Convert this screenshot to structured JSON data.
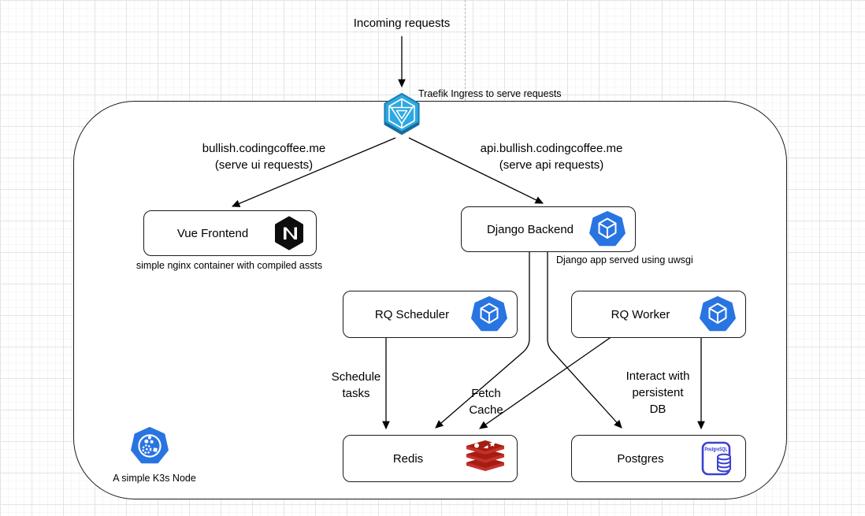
{
  "title": "Incoming requests",
  "ingress": {
    "note": "Traefik Ingress to serve requests"
  },
  "routes": {
    "ui": [
      "bullish.codingcoffee.me",
      "(serve ui requests)"
    ],
    "api": [
      "api.bullish.codingcoffee.me",
      "(serve api requests)"
    ]
  },
  "nodes": {
    "vue": {
      "label": "Vue Frontend"
    },
    "django": {
      "label": "Django Backend"
    },
    "rq_scheduler": {
      "label": "RQ Scheduler"
    },
    "rq_worker": {
      "label": "RQ Worker"
    },
    "redis": {
      "label": "Redis"
    },
    "postgres": {
      "label": "Postgres"
    }
  },
  "notes": {
    "nginx": "simple nginx container with compiled assts",
    "uwsgi": "Django app served using uwsgi",
    "k3s": "A simple K3s Node"
  },
  "edge_labels": {
    "schedule": [
      "Schedule",
      "tasks"
    ],
    "fetch": [
      "Fetch",
      "Cache"
    ],
    "db": [
      "Interact with",
      "persistent",
      "DB"
    ]
  },
  "icons": {
    "traefik": "traefik-ingress-icon",
    "nginx": "nginx-icon",
    "pod": "k8s-pod-icon",
    "k3s": "k3s-node-icon",
    "redis": "redis-icon",
    "postgresql": "postgresql-icon",
    "postgresql_text": "PostgreSQL"
  },
  "colors": {
    "pod_blue": "#2875E2",
    "traefik_blue": "#2CA9E1",
    "traefik_edge": "#1E7EB8",
    "redis_red": "#C6302B",
    "redis_dark": "#A41E11",
    "postgres_blue": "#3B41CF",
    "nginx_black": "#0d0d0d",
    "edge": "#000000"
  }
}
